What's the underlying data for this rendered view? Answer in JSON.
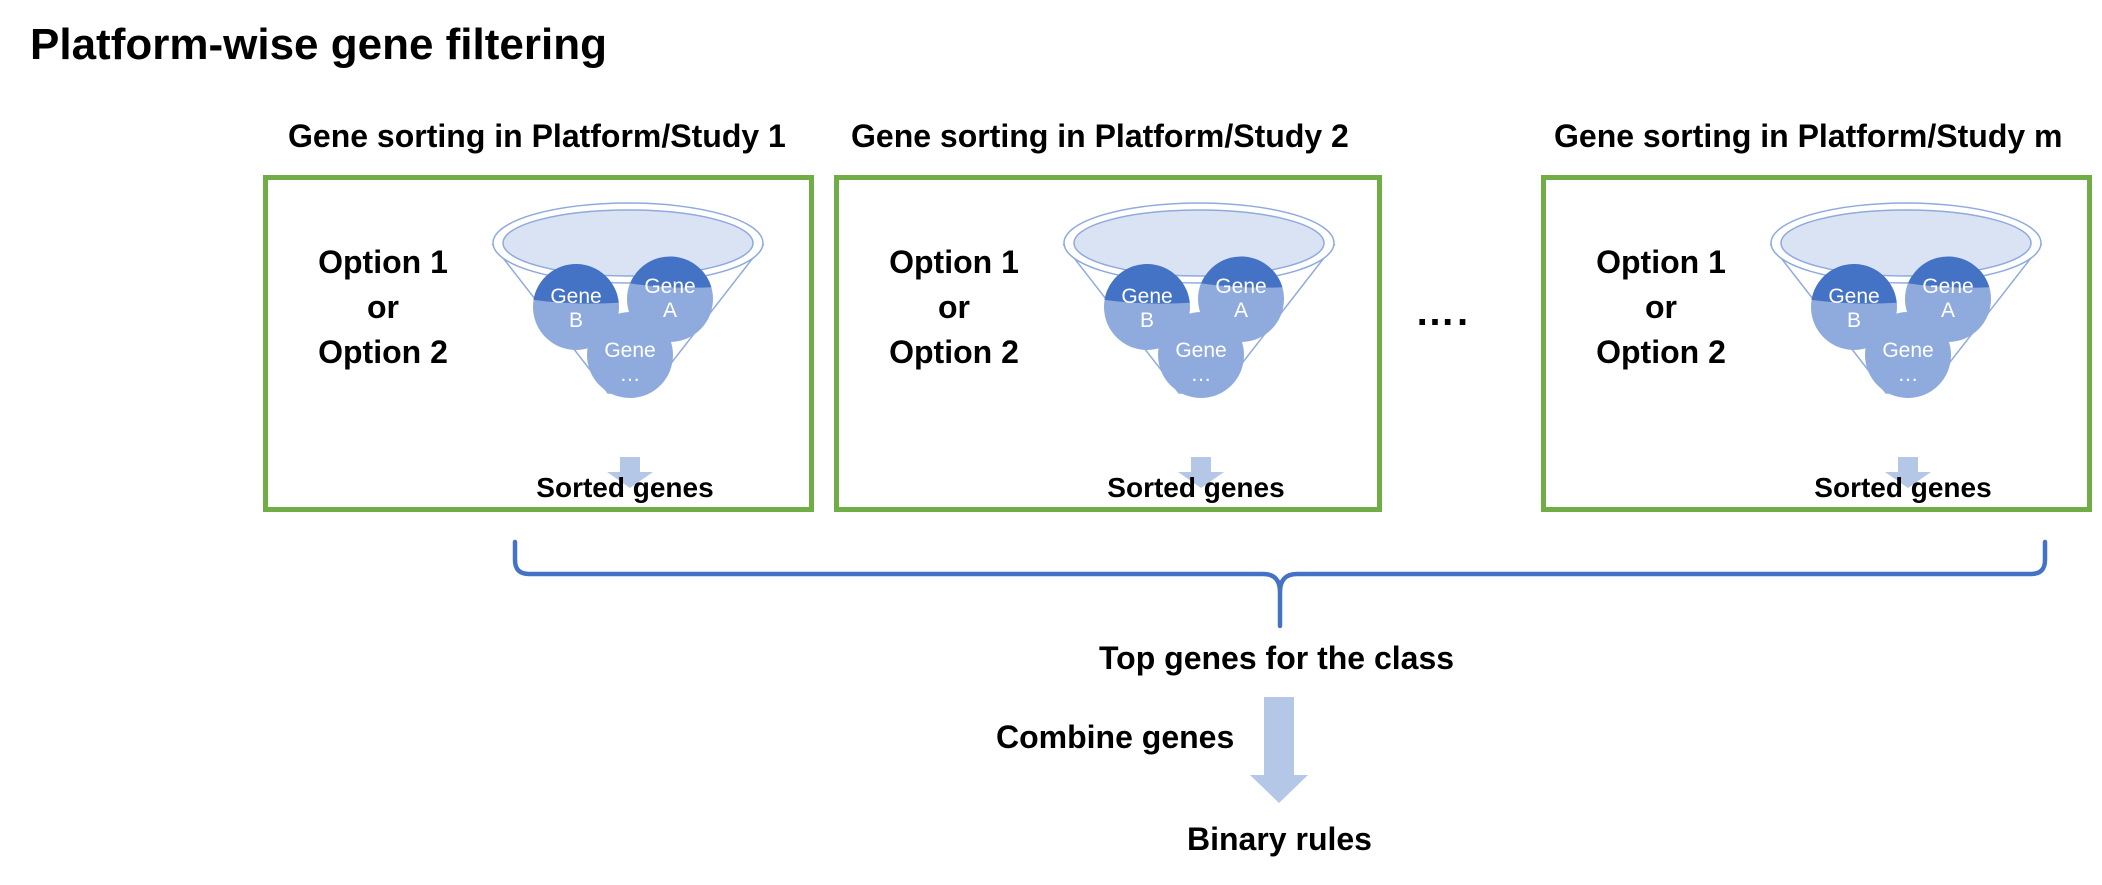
{
  "diagram": {
    "title": "Platform-wise gene filtering",
    "panels": [
      {
        "title": "Gene sorting in Platform/Study 1",
        "option_line1": "Option 1",
        "option_line2": "or",
        "option_line3": "Option 2",
        "gene_a_line1": "Gene",
        "gene_a_line2": "A",
        "gene_b_line1": "Gene",
        "gene_b_line2": "B",
        "gene_more_line1": "Gene",
        "gene_more_line2": "…",
        "output": "Sorted genes"
      },
      {
        "title": "Gene sorting in Platform/Study 2",
        "option_line1": "Option 1",
        "option_line2": "or",
        "option_line3": "Option 2",
        "gene_a_line1": "Gene",
        "gene_a_line2": "A",
        "gene_b_line1": "Gene",
        "gene_b_line2": "B",
        "gene_more_line1": "Gene",
        "gene_more_line2": "…",
        "output": "Sorted genes"
      },
      {
        "title": "Gene sorting in Platform/Study m",
        "option_line1": "Option 1",
        "option_line2": "or",
        "option_line3": "Option 2",
        "gene_a_line1": "Gene",
        "gene_a_line2": "A",
        "gene_b_line1": "Gene",
        "gene_b_line2": "B",
        "gene_more_line1": "Gene",
        "gene_more_line2": "…",
        "output": "Sorted genes"
      }
    ],
    "ellipsis": "….",
    "top_genes": "Top genes for the class",
    "combine_label": "Combine genes",
    "result": "Binary rules"
  },
  "colors": {
    "panel_border": "#70ad47",
    "brace": "#4472c4",
    "circle_dark": "#4472c4",
    "circle_light": "#8faadc",
    "funnel_fill": "#dae3f3",
    "funnel_outline": "#8faadc",
    "arrow": "#b4c7e7"
  }
}
